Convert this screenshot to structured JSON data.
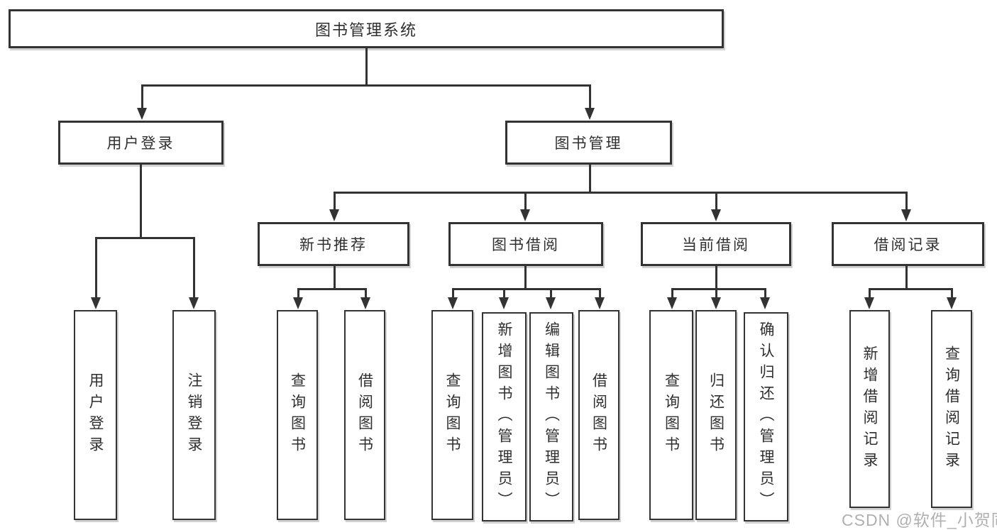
{
  "diagram_title": "图书管理系统",
  "watermark": "CSDN @软件_小贺同学",
  "colors": {
    "line": "#333333",
    "box_background": "#ffffff",
    "text": "#2f2f2f",
    "watermark": "#acacac"
  },
  "tree": {
    "label": "图书管理系统",
    "children": [
      {
        "label": "用户登录",
        "children": [
          {
            "label": "用户登录"
          },
          {
            "label": "注销登录"
          }
        ]
      },
      {
        "label": "图书管理",
        "children": [
          {
            "label": "新书推荐",
            "children": [
              {
                "label": "查询图书"
              },
              {
                "label": "借阅图书"
              }
            ]
          },
          {
            "label": "图书借阅",
            "children": [
              {
                "label": "查询图书"
              },
              {
                "label": "新增图书（管理员）"
              },
              {
                "label": "编辑图书（管理员）"
              },
              {
                "label": "借阅图书"
              }
            ]
          },
          {
            "label": "当前借阅",
            "children": [
              {
                "label": "查询图书"
              },
              {
                "label": "归还图书"
              },
              {
                "label": "确认归还（管理员）"
              }
            ]
          },
          {
            "label": "借阅记录",
            "children": [
              {
                "label": "新增借阅记录"
              },
              {
                "label": "查询借阅记录"
              }
            ]
          }
        ]
      }
    ]
  }
}
